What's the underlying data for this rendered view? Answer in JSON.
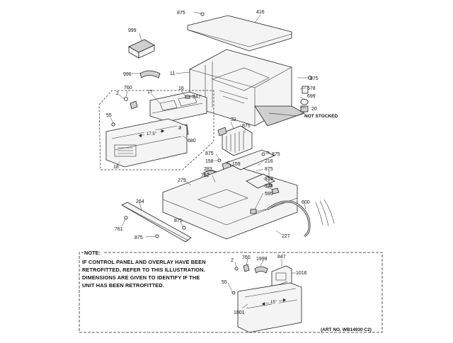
{
  "labels": {
    "l875a": "875",
    "l416": "416",
    "l999": "999",
    "l11": "11",
    "l996": "996",
    "l875b": "875",
    "l578": "578",
    "l760": "760",
    "l2": "2",
    "l17": "17",
    "l16": "16",
    "l847": "847",
    "l699": "699",
    "l20": "20",
    "l55": "55",
    "l32": "32",
    "l875c": "875",
    "l3": "3",
    "l680": "680",
    "l875d": "875",
    "l875e": "875",
    "l158": "158",
    "l159": "159",
    "l216": "216",
    "l875f": "875",
    "l18": "18",
    "l283": "283",
    "l813": "813",
    "l279": "279",
    "l926": "926",
    "l752": "752",
    "l595": "595",
    "l264": "264",
    "l600": "600",
    "l875g": "875",
    "l761": "761",
    "l227": "227",
    "l875h": "875",
    "n2": "2",
    "n760": "760",
    "n1998": "1998",
    "n847": "847",
    "n1016": "1016",
    "n55": "55",
    "n1001": "1001"
  },
  "not_stocked": "NOT STOCKED",
  "note": {
    "heading": "NOTE:",
    "lines": [
      "IF CONTROL PANEL AND OVERLAY HAVE BEEN",
      "RETROFITTED, REFER TO THIS ILLUSTRATION.",
      "DIMENSIONS ARE GIVEN TO IDENTIFY IF THE",
      "UNIT HAS BEEN RETROFITTED."
    ]
  },
  "panel_dim_main": "17.5\"",
  "panel_dim_note": "15\"",
  "art_no": "(ART NO. WB14930 C2)"
}
